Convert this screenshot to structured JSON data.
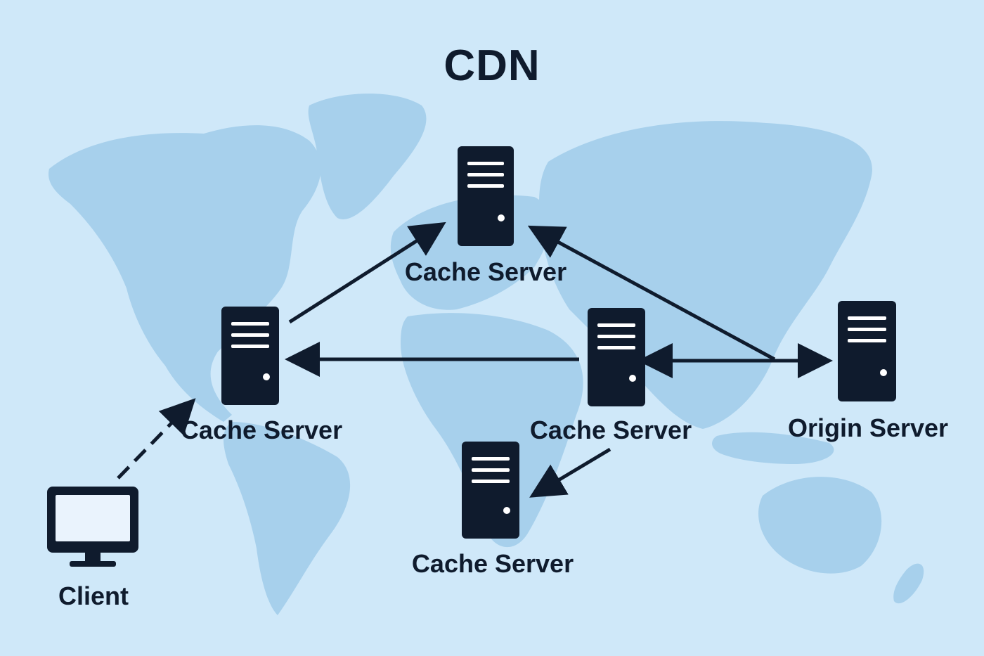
{
  "title": "CDN",
  "colors": {
    "background": "#cfe8f9",
    "land": "#a7d0ec",
    "ink": "#0f1b2d",
    "screen": "#eaf3fd"
  },
  "nodes": {
    "cache_north": {
      "label": "Cache Server",
      "icon": "server-icon"
    },
    "cache_west": {
      "label": "Cache Server",
      "icon": "server-icon"
    },
    "cache_central": {
      "label": "Cache Server",
      "icon": "server-icon"
    },
    "cache_south": {
      "label": "Cache Server",
      "icon": "server-icon"
    },
    "origin": {
      "label": "Origin Server",
      "icon": "server-icon"
    },
    "client": {
      "label": "Client",
      "icon": "monitor-icon"
    }
  },
  "edges": [
    {
      "from": "client",
      "to": "cache_west",
      "style": "dashed",
      "direction": "forward"
    },
    {
      "from": "cache_west",
      "to": "cache_north",
      "style": "solid",
      "direction": "forward"
    },
    {
      "from": "cache_central",
      "to": "cache_west",
      "style": "solid",
      "direction": "forward"
    },
    {
      "from": "origin",
      "to": "cache_north",
      "style": "solid",
      "direction": "forward"
    },
    {
      "from": "cache_central",
      "to": "origin",
      "style": "solid",
      "direction": "both"
    },
    {
      "from": "cache_central",
      "to": "cache_south",
      "style": "solid",
      "direction": "forward"
    }
  ]
}
